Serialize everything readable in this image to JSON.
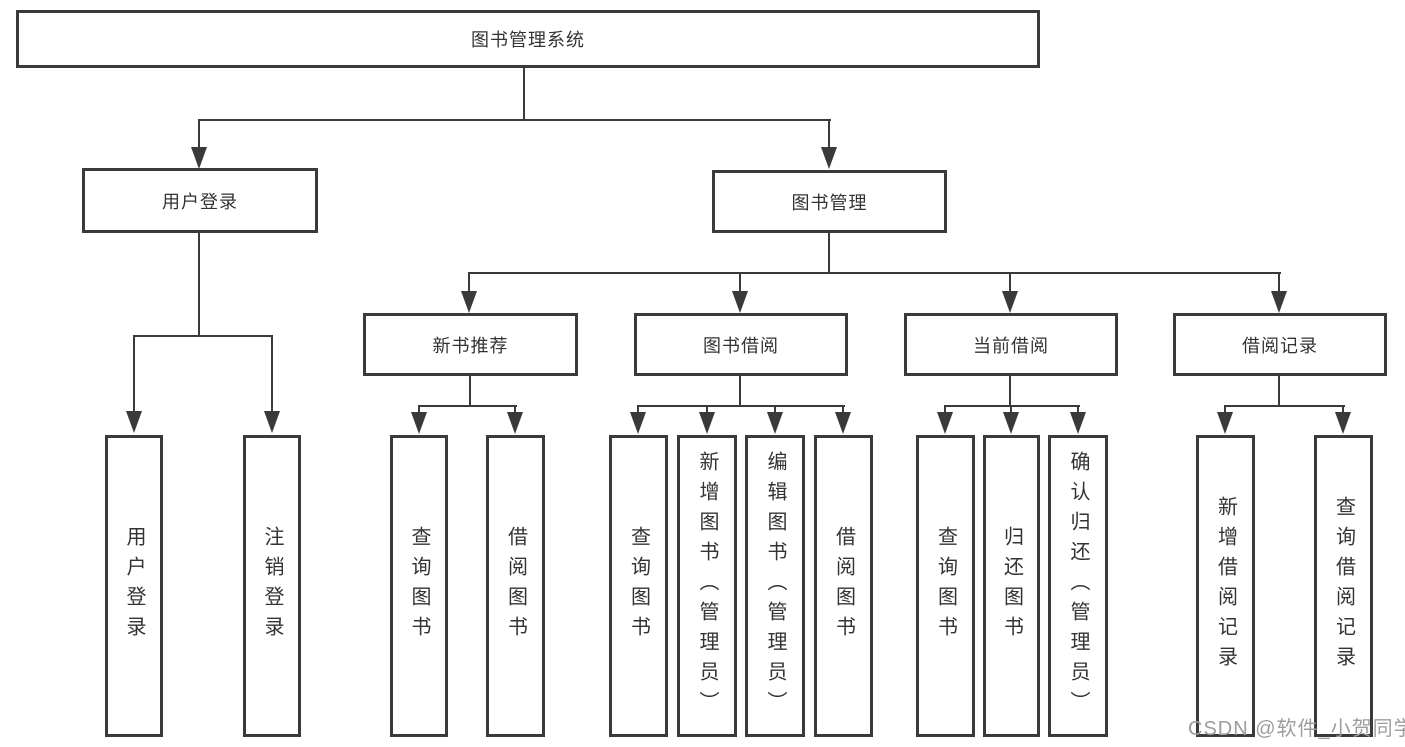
{
  "diagram": {
    "root": {
      "label": "图书管理系统"
    },
    "level2": [
      {
        "label": "用户登录"
      },
      {
        "label": "图书管理"
      }
    ],
    "level3": [
      {
        "label": "新书推荐"
      },
      {
        "label": "图书借阅"
      },
      {
        "label": "当前借阅"
      },
      {
        "label": "借阅记录"
      }
    ],
    "leaves": {
      "user_login": [
        {
          "label": "用户登录"
        },
        {
          "label": "注销登录"
        }
      ],
      "new_book_recommend": [
        {
          "label": "查询图书"
        },
        {
          "label": "借阅图书"
        }
      ],
      "book_borrow": [
        {
          "label": "查询图书"
        },
        {
          "label": "新增图书（管理员）"
        },
        {
          "label": "编辑图书（管理员）"
        },
        {
          "label": "借阅图书"
        }
      ],
      "current_borrow": [
        {
          "label": "查询图书"
        },
        {
          "label": "归还图书"
        },
        {
          "label": "确认归还（管理员）"
        }
      ],
      "borrow_record": [
        {
          "label": "新增借阅记录"
        },
        {
          "label": "查询借阅记录"
        }
      ]
    },
    "watermark": {
      "text": "CSDN @软件_小贺同学"
    },
    "colors": {
      "line": "#3a3a3a",
      "text": "#333333",
      "watermark": "#9d9d9d",
      "background": "#ffffff"
    }
  }
}
